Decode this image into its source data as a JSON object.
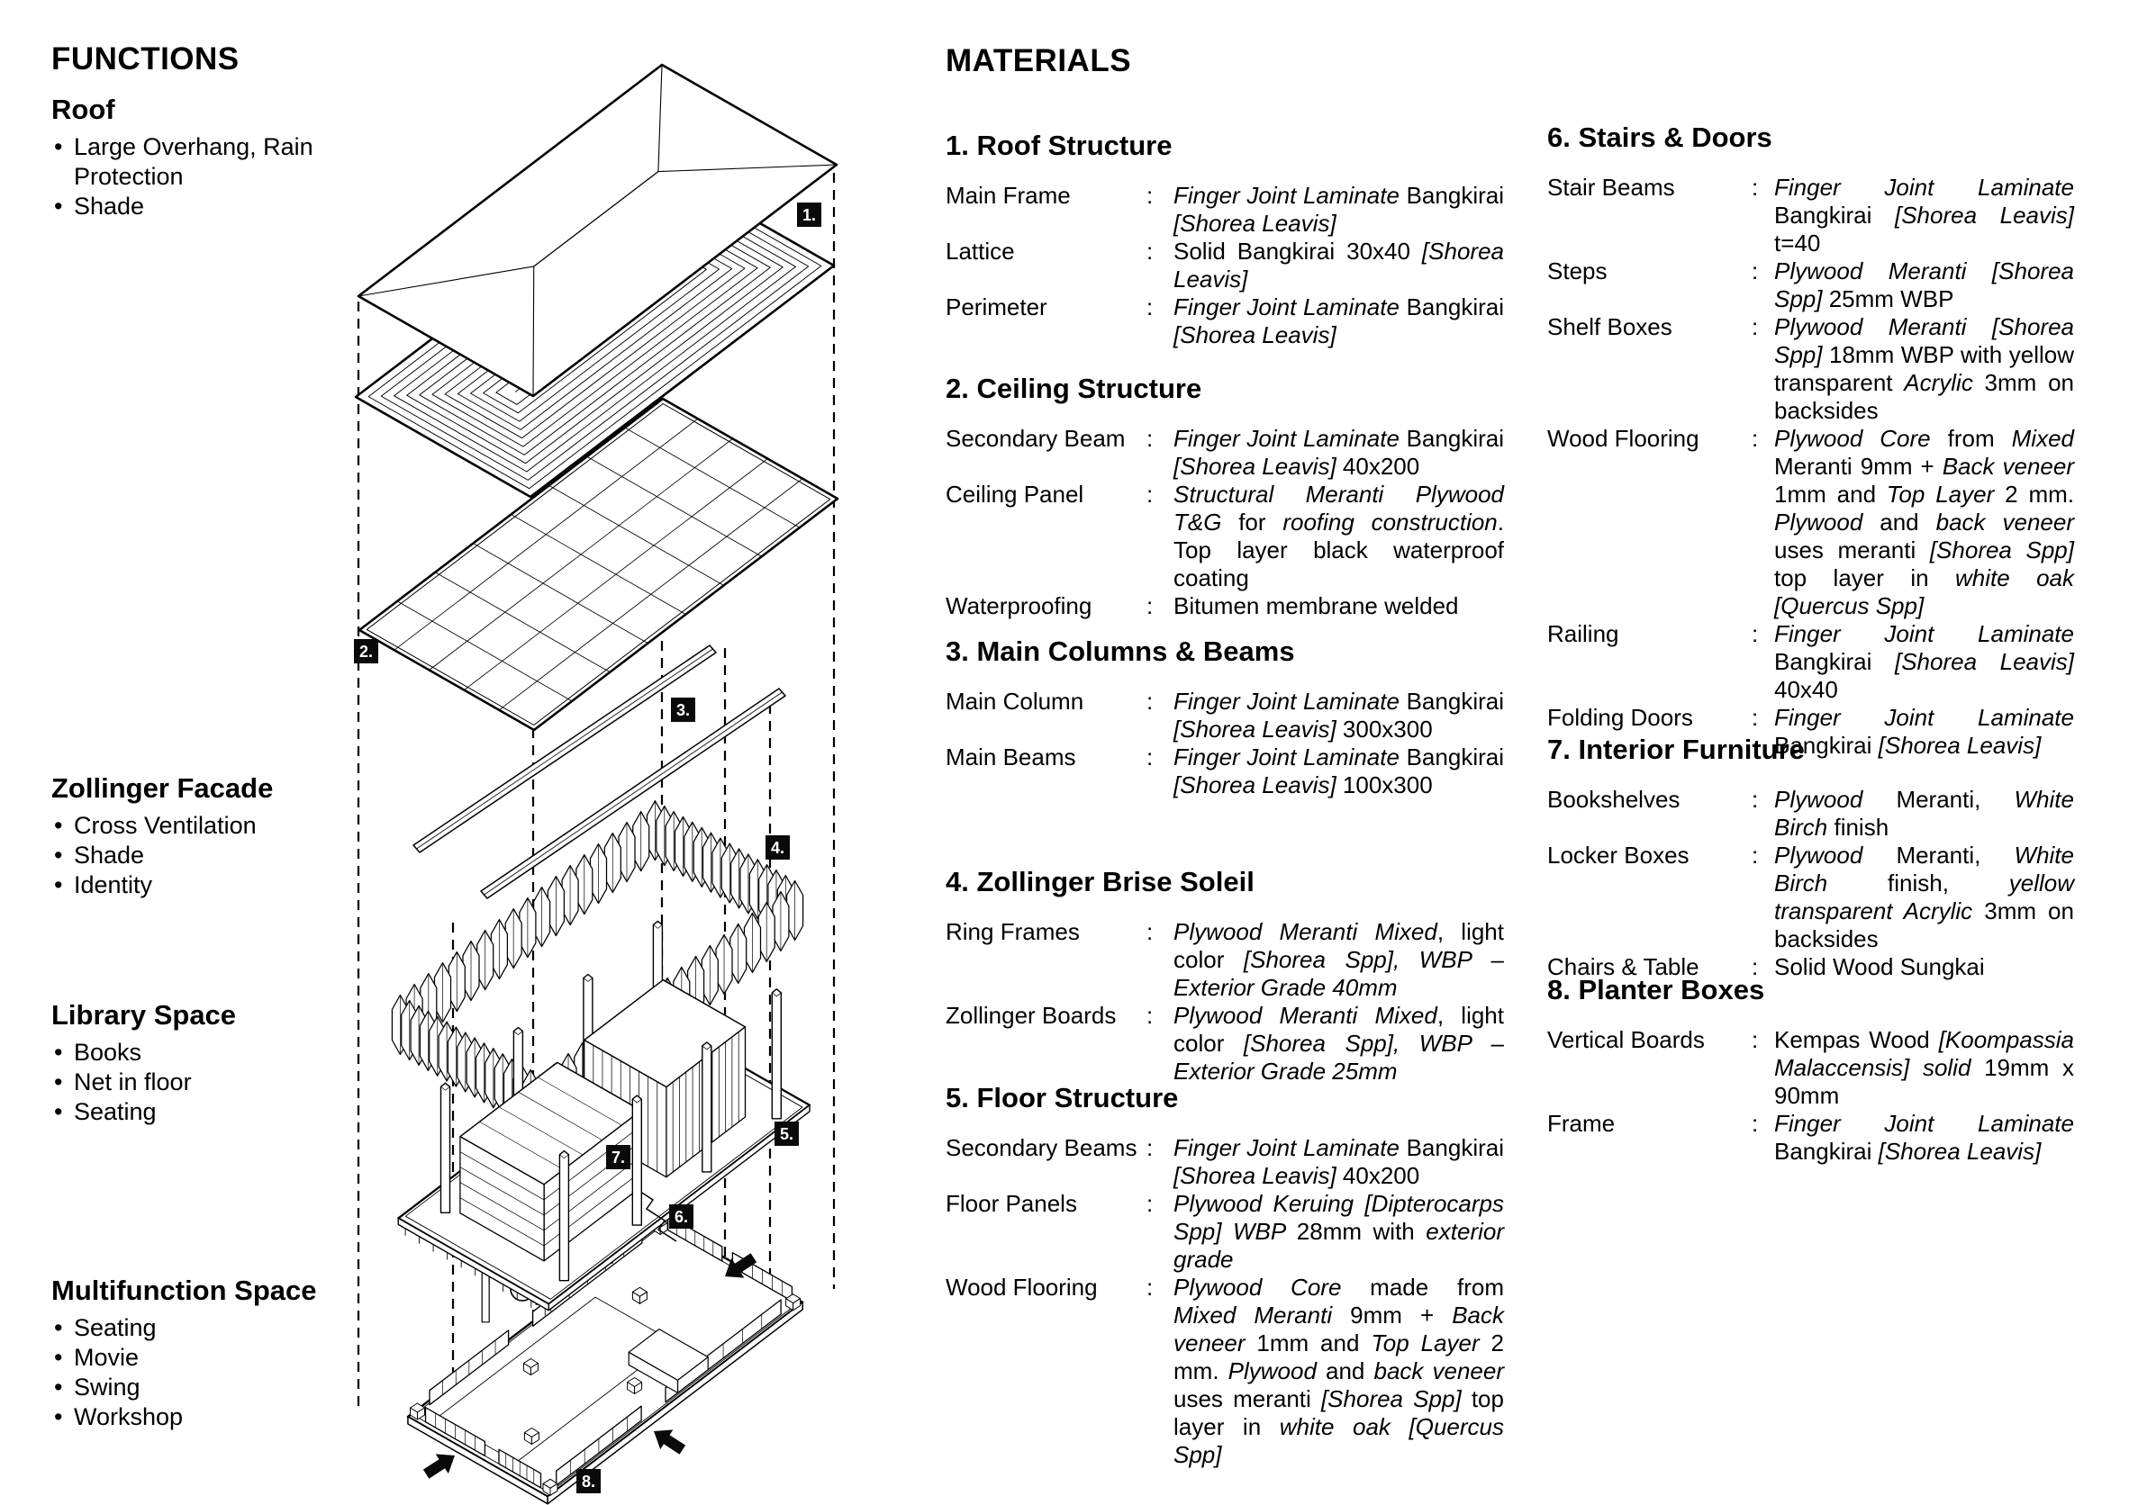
{
  "functions": {
    "title": "FUNCTIONS",
    "bullet": "•",
    "sections": [
      {
        "heading": "Roof",
        "items": [
          "Large Overhang, Rain Protection",
          "Shade"
        ]
      },
      {
        "heading": "Zollinger Facade",
        "items": [
          "Cross Ventilation",
          "Shade",
          "Identity"
        ]
      },
      {
        "heading": "Library Space",
        "items": [
          "Books",
          "Net in floor",
          "Seating"
        ]
      },
      {
        "heading": "Multifunction Space",
        "items": [
          "Seating",
          "Movie",
          "Swing",
          "Workshop"
        ]
      }
    ]
  },
  "materials": {
    "title": "MATERIALS",
    "colon": ":",
    "sections": {
      "s1": {
        "heading": "1. Roof Structure",
        "rows": [
          {
            "label": "Main Frame",
            "segs": [
              {
                "t": "Finger Joint Laminate ",
                "i": 1
              },
              {
                "t": "Bangkirai "
              },
              {
                "t": "[Shorea Leavis]",
                "i": 1
              }
            ]
          },
          {
            "label": "Lattice",
            "segs": [
              {
                "t": "Solid Bangkirai 30x40 "
              },
              {
                "t": "[Shorea Leavis]",
                "i": 1
              }
            ]
          },
          {
            "label": "Perimeter",
            "segs": [
              {
                "t": "Finger Joint Laminate ",
                "i": 1
              },
              {
                "t": "Bangkirai "
              },
              {
                "t": "[Shorea Leavis]",
                "i": 1
              }
            ]
          }
        ]
      },
      "s2": {
        "heading": "2. Ceiling Structure",
        "rows": [
          {
            "label": "Secondary Beam",
            "segs": [
              {
                "t": "Finger Joint Laminate ",
                "i": 1
              },
              {
                "t": "Bangkirai "
              },
              {
                "t": "[Shorea Leavis]",
                "i": 1
              },
              {
                "t": " 40x200"
              }
            ]
          },
          {
            "label": "Ceiling Panel",
            "segs": [
              {
                "t": "Structural Meranti Plywood T&G",
                "i": 1
              },
              {
                "t": " for "
              },
              {
                "t": "roofing construction",
                "i": 1
              },
              {
                "t": ". Top layer black waterproof coating"
              }
            ]
          },
          {
            "label": "Waterproofing",
            "segs": [
              {
                "t": "Bitumen membrane welded"
              }
            ]
          }
        ]
      },
      "s3": {
        "heading": "3. Main Columns & Beams",
        "rows": [
          {
            "label": "Main Column",
            "segs": [
              {
                "t": "Finger Joint Laminate ",
                "i": 1
              },
              {
                "t": "Bangkirai "
              },
              {
                "t": "[Shorea Leavis]",
                "i": 1
              },
              {
                "t": " 300x300"
              }
            ]
          },
          {
            "label": "Main Beams",
            "segs": [
              {
                "t": "Finger Joint Laminate ",
                "i": 1
              },
              {
                "t": "Bangkirai "
              },
              {
                "t": "[Shorea Leavis]",
                "i": 1
              },
              {
                "t": " 100x300"
              }
            ]
          }
        ]
      },
      "s4": {
        "heading": "4. Zollinger Brise Soleil",
        "rows": [
          {
            "label": "Ring Frames",
            "segs": [
              {
                "t": "Plywood Meranti Mixed",
                "i": 1
              },
              {
                "t": ", light color "
              },
              {
                "t": "[Shorea Spp], WBP – Exterior Grade 40mm",
                "i": 1
              }
            ]
          },
          {
            "label": "Zollinger Boards",
            "segs": [
              {
                "t": "Plywood Meranti Mixed",
                "i": 1
              },
              {
                "t": ", light color "
              },
              {
                "t": "[Shorea Spp], WBP – Exterior Grade 25mm",
                "i": 1
              }
            ]
          }
        ]
      },
      "s5": {
        "heading": "5. Floor Structure",
        "rows": [
          {
            "label": "Secondary Beams",
            "segs": [
              {
                "t": "Finger Joint Laminate ",
                "i": 1
              },
              {
                "t": "Bangkirai "
              },
              {
                "t": "[Shorea Leavis]",
                "i": 1
              },
              {
                "t": " 40x200"
              }
            ]
          },
          {
            "label": "Floor Panels",
            "segs": [
              {
                "t": "Plywood Keruing [Dipterocarps Spp] WBP ",
                "i": 1
              },
              {
                "t": "28mm with "
              },
              {
                "t": "exterior grade",
                "i": 1
              }
            ]
          },
          {
            "label": "Wood Flooring",
            "segs": [
              {
                "t": "Plywood Core",
                "i": 1
              },
              {
                "t": " made from "
              },
              {
                "t": "Mixed Meranti",
                "i": 1
              },
              {
                "t": " 9mm + "
              },
              {
                "t": "Back veneer",
                "i": 1
              },
              {
                "t": " 1mm and "
              },
              {
                "t": "Top Layer",
                "i": 1
              },
              {
                "t": " 2 mm. "
              },
              {
                "t": "Plywood",
                "i": 1
              },
              {
                "t": " and "
              },
              {
                "t": "back veneer",
                "i": 1
              },
              {
                "t": " uses meranti "
              },
              {
                "t": "[Shorea Spp]",
                "i": 1
              },
              {
                "t": " top layer in "
              },
              {
                "t": "white oak [Quercus Spp]",
                "i": 1
              }
            ]
          }
        ]
      },
      "s6": {
        "heading": "6. Stairs & Doors",
        "rows": [
          {
            "label": "Stair Beams",
            "segs": [
              {
                "t": "Finger Joint Laminate ",
                "i": 1
              },
              {
                "t": "Bangkirai "
              },
              {
                "t": "[Shorea Leavis]",
                "i": 1
              },
              {
                "t": " t=40"
              }
            ]
          },
          {
            "label": "Steps",
            "segs": [
              {
                "t": "Plywood Meranti [Shorea Spp]",
                "i": 1
              },
              {
                "t": " 25mm WBP"
              }
            ]
          },
          {
            "label": "Shelf Boxes",
            "segs": [
              {
                "t": "Plywood Meranti [Shorea Spp]",
                "i": 1
              },
              {
                "t": " 18mm WBP with yellow transparent "
              },
              {
                "t": "Acrylic",
                "i": 1
              },
              {
                "t": " 3mm on backsides"
              }
            ]
          },
          {
            "label": "Wood Flooring",
            "segs": [
              {
                "t": "Plywood Core",
                "i": 1
              },
              {
                "t": " from "
              },
              {
                "t": "Mixed",
                "i": 1
              },
              {
                "t": " Meranti 9mm + "
              },
              {
                "t": "Back veneer",
                "i": 1
              },
              {
                "t": " 1mm and "
              },
              {
                "t": "Top Layer",
                "i": 1
              },
              {
                "t": " 2 mm. "
              },
              {
                "t": "Plywood",
                "i": 1
              },
              {
                "t": " and "
              },
              {
                "t": "back veneer",
                "i": 1
              },
              {
                "t": " uses meranti "
              },
              {
                "t": "[Shorea Spp]",
                "i": 1
              },
              {
                "t": " top layer in "
              },
              {
                "t": "white oak [Quercus Spp]",
                "i": 1
              }
            ]
          },
          {
            "label": "Railing",
            "segs": [
              {
                "t": "Finger Joint Laminate ",
                "i": 1
              },
              {
                "t": "Bangkirai "
              },
              {
                "t": "[Shorea Leavis]",
                "i": 1
              },
              {
                "t": " 40x40"
              }
            ]
          },
          {
            "label": "Folding Doors",
            "segs": [
              {
                "t": "Finger Joint Laminate ",
                "i": 1
              },
              {
                "t": "Bangkirai "
              },
              {
                "t": "[Shorea Leavis]",
                "i": 1
              }
            ]
          }
        ]
      },
      "s7": {
        "heading": "7. Interior Furniture",
        "rows": [
          {
            "label": "Bookshelves",
            "segs": [
              {
                "t": "Plywood",
                "i": 1
              },
              {
                "t": " Meranti, "
              },
              {
                "t": "White Birch",
                "i": 1
              },
              {
                "t": " finish"
              }
            ]
          },
          {
            "label": "Locker  Boxes",
            "segs": [
              {
                "t": "Plywood",
                "i": 1
              },
              {
                "t": " Meranti, "
              },
              {
                "t": "White Birch",
                "i": 1
              },
              {
                "t": " finish, "
              },
              {
                "t": "yellow transparent Acrylic",
                "i": 1
              },
              {
                "t": " 3mm on backsides"
              }
            ]
          },
          {
            "label": "Chairs & Table",
            "segs": [
              {
                "t": "Solid Wood Sungkai"
              }
            ]
          }
        ]
      },
      "s8": {
        "heading": "8. Planter Boxes",
        "rows": [
          {
            "label": "Vertical Boards",
            "segs": [
              {
                "t": "Kempas Wood "
              },
              {
                "t": "[Koompassia Malaccensis] solid",
                "i": 1
              },
              {
                "t": " 19mm x 90mm"
              }
            ]
          },
          {
            "label": "Frame",
            "segs": [
              {
                "t": "Finger Joint Laminate ",
                "i": 1
              },
              {
                "t": "Bangkirai "
              },
              {
                "t": "[Shorea Leavis]",
                "i": 1
              }
            ]
          }
        ]
      }
    }
  },
  "diagram": {
    "labels": [
      "1.",
      "2.",
      "3.",
      "4.",
      "5.",
      "6.",
      "7.",
      "8."
    ],
    "colors": {
      "ink": "#000000",
      "paper": "#ffffff",
      "badge_bg": "#0a0a0a",
      "badge_text": "#ffffff"
    }
  }
}
